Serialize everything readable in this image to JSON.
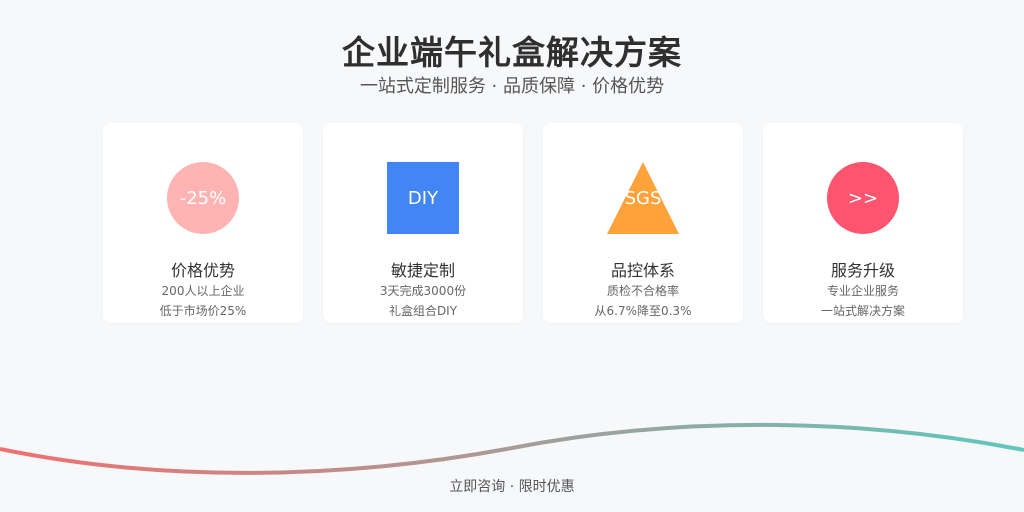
{
  "header": {
    "title": "企业端午礼盒解决方案",
    "subtitle": "一站式定制服务 · 品质保障 · 价格优势"
  },
  "cards": [
    {
      "icon_name": "discount-circle-icon",
      "icon_text": "-25%",
      "icon_color": "#ffb3b3",
      "title": "价格优势",
      "line1": "200人以上企业",
      "line2": "低于市场价25%"
    },
    {
      "icon_name": "diy-square-icon",
      "icon_text": "DIY",
      "icon_color": "#4285f4",
      "title": "敏捷定制",
      "line1": "3天完成3000份",
      "line2": "礼盒组合DIY"
    },
    {
      "icon_name": "sgs-triangle-icon",
      "icon_text": "SGS",
      "icon_color": "#ffa23a",
      "title": "品控体系",
      "line1": "质检不合格率",
      "line2": "从6.7%降至0.3%"
    },
    {
      "icon_name": "forward-circle-icon",
      "icon_text": ">>",
      "icon_color": "#ff5470",
      "title": "服务升级",
      "line1": "专业企业服务",
      "line2": "一站式解决方案"
    }
  ],
  "footer": {
    "cta": "立即咨询 · 限时优惠"
  },
  "colors": {
    "wave_start": "#f07070",
    "wave_end": "#5ec8bd"
  }
}
